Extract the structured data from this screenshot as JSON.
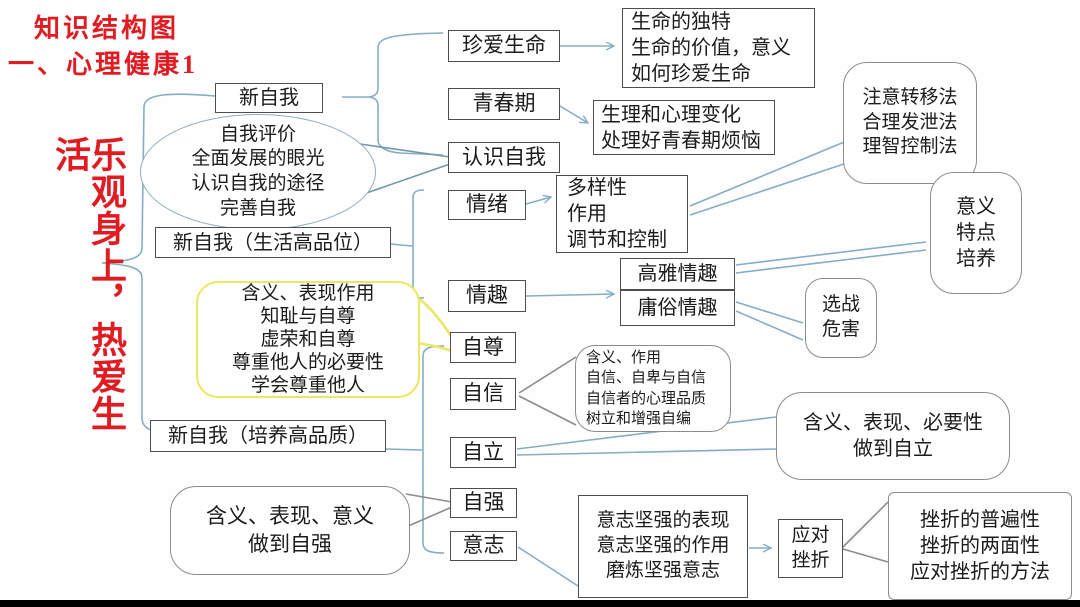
{
  "colors": {
    "red": "#e11b22",
    "connector": "#85adc6",
    "box_border": "#4d4d4d",
    "bubble_border": "#8c8c8c",
    "ellipse_border": "#91aec2",
    "yellow": "#ece75f",
    "text": "#1c1c1c"
  },
  "header": {
    "title": "知识结构图",
    "subtitle": "一、心理健康1"
  },
  "root_label": "乐观身上，热爱生活",
  "nodes": {
    "new_self": {
      "text": "新自我"
    },
    "self_knowledge": {
      "text": "自我评价\n全面发展的眼光\n认识自我的途径\n完善自我"
    },
    "new_self_life": {
      "text": "新自我（生活高品位）"
    },
    "self_esteem_note": {
      "text": "含义、表现作用\n知耻与自尊\n虚荣和自尊\n尊重他人的必要性\n学会尊重他人"
    },
    "new_self_quality": {
      "text": "新自我（培养高品质）"
    },
    "strive_note": {
      "text": "含义、表现、意义\n做到自强"
    },
    "cherish_life": {
      "text": "珍爱生命"
    },
    "life_detail": {
      "text": "生命的独特\n生命的价值，意义\n如何珍爱生命"
    },
    "puberty": {
      "text": "青春期"
    },
    "puberty_detail": {
      "text": "生理和心理变化\n处理好青春期烦恼"
    },
    "know_self": {
      "text": "认识自我"
    },
    "emotion": {
      "text": "情绪"
    },
    "emotion_detail": {
      "text": "多样性\n作用\n调节和控制"
    },
    "emotion_methods": {
      "text": "注意转移法\n合理发泄法\n理智控制法"
    },
    "interest": {
      "text": "情趣"
    },
    "elegant": {
      "text": "高雅情趣"
    },
    "vulgar": {
      "text": "庸俗情趣"
    },
    "elegant_note": {
      "text": "意义\n特点\n培养"
    },
    "vulgar_note": {
      "text": "选战\n危害"
    },
    "self_respect": {
      "text": "自尊"
    },
    "confidence": {
      "text": "自信"
    },
    "confidence_note": {
      "text": "含义、作用\n自信、自卑与自信\n自信者的心理品质\n树立和增强自编"
    },
    "independence": {
      "text": "自立"
    },
    "independence_note": {
      "text": "含义、表现、必要性\n做到自立"
    },
    "strive": {
      "text": "自强"
    },
    "will": {
      "text": "意志"
    },
    "will_detail": {
      "text": "意志坚强的表现\n意志坚强的作用\n磨炼坚强意志"
    },
    "cope": {
      "text": "应对\n挫折"
    },
    "setback_note": {
      "text": "挫折的普遍性\n挫折的两面性\n应对挫折的方法"
    }
  }
}
